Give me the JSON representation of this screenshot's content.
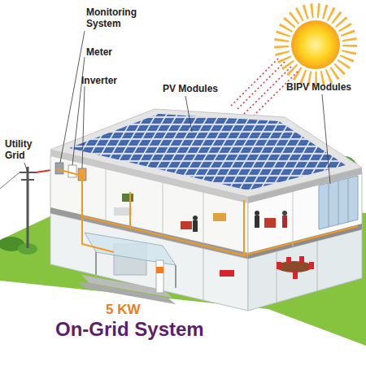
{
  "diagram": {
    "labels": [
      "Monitoring System",
      "Meter",
      "Inverter",
      "PV Modules",
      "BIPV Modules",
      "Utility Grid",
      "5 KW",
      "On-Grid System"
    ]
  }
}
